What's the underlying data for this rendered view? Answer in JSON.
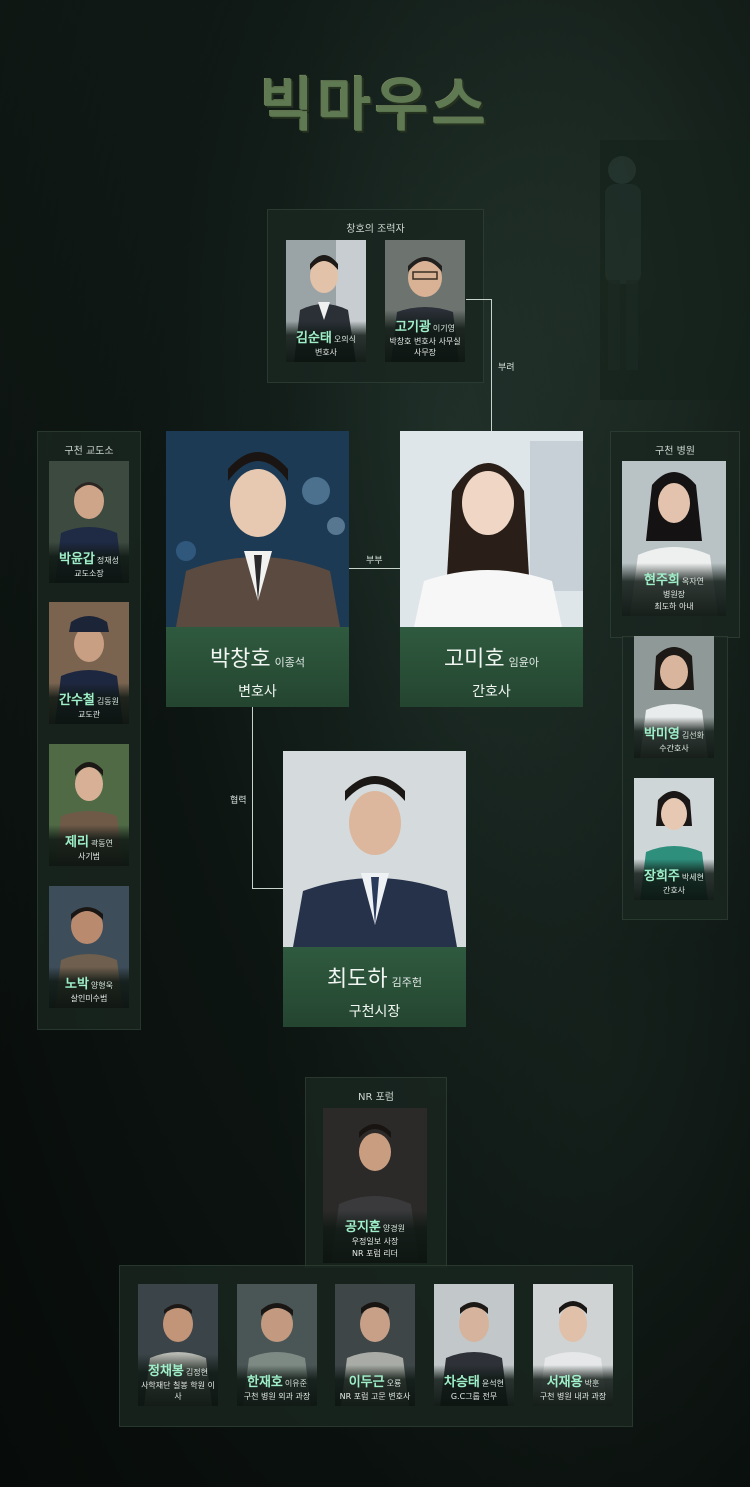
{
  "title": "빅마우스",
  "groups": {
    "allies": "창호의 조력자",
    "prison": "구천 교도소",
    "hospital": "구천 병원",
    "nr": "NR 포럼"
  },
  "relations": {
    "boss": "부려",
    "spouse": "부부",
    "coop": "협력"
  },
  "allies": [
    {
      "name": "김순태",
      "actor": "오의식",
      "role": "변호사"
    },
    {
      "name": "고기광",
      "actor": "이기영",
      "role": "박창호 변호사 사무실 사무장"
    }
  ],
  "prison": [
    {
      "name": "박윤갑",
      "actor": "정재성",
      "role": "교도소장"
    },
    {
      "name": "간수철",
      "actor": "김동원",
      "role": "교도관"
    },
    {
      "name": "제리",
      "actor": "곽동연",
      "role": "사기범"
    },
    {
      "name": "노박",
      "actor": "양형욱",
      "role": "살인미수범"
    }
  ],
  "hospital": [
    {
      "name": "현주희",
      "actor": "옥자연",
      "role": "병원장",
      "role2": "최도하 아내"
    },
    {
      "name": "박미영",
      "actor": "김선화",
      "role": "수간호사"
    },
    {
      "name": "장희주",
      "actor": "박세현",
      "role": "간호사"
    }
  ],
  "main": [
    {
      "name": "박창호",
      "actor": "이종석",
      "role": "변호사"
    },
    {
      "name": "고미호",
      "actor": "임윤아",
      "role": "간호사"
    },
    {
      "name": "최도하",
      "actor": "김주헌",
      "role": "구천시장"
    }
  ],
  "nr_leader": {
    "name": "공지훈",
    "actor": "양경원",
    "role": "우정일보 사장",
    "role2": "NR 포럼 리더"
  },
  "nr_members": [
    {
      "name": "정채봉",
      "actor": "김정현",
      "role": "사학재단 칠봉 학원 이사"
    },
    {
      "name": "한재호",
      "actor": "이유준",
      "role": "구천 병원 외과 과장"
    },
    {
      "name": "이두근",
      "actor": "오룡",
      "role": "NR 포럼 고문 변호사"
    },
    {
      "name": "차승태",
      "actor": "윤석현",
      "role": "G.C그룹 전무"
    },
    {
      "name": "서재용",
      "actor": "박훈",
      "role": "구천 병원 내과 과장"
    }
  ],
  "colors": {
    "accent": "#9ff0c9",
    "caption": "#2f5a3f",
    "panel": "#1a2620"
  }
}
